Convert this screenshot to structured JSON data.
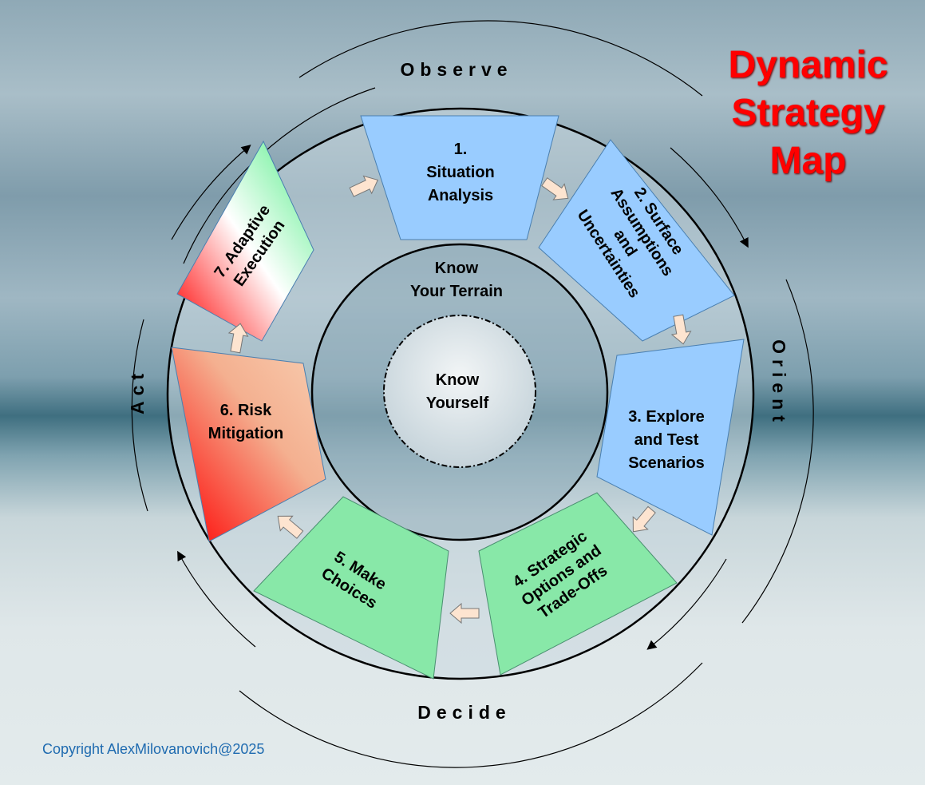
{
  "title": [
    "Dynamic",
    "Strategy",
    "Map"
  ],
  "phases": {
    "observe": "Observe",
    "orient": "Orient",
    "decide": "Decide",
    "act": "Act"
  },
  "steps": [
    {
      "lines": [
        "1.",
        "Situation",
        "Analysis"
      ],
      "color": "#99ccff"
    },
    {
      "lines": [
        "2. Surface",
        "Assumptions",
        "and",
        "Uncertainties"
      ],
      "color": "#99ccff"
    },
    {
      "lines": [
        "3. Explore",
        "and Test",
        "Scenarios"
      ],
      "color": "#99ccff"
    },
    {
      "lines": [
        "4. Strategic",
        "Options and",
        "Trade-Offs"
      ],
      "color": "#88e8a8"
    },
    {
      "lines": [
        "5. Make",
        "Choices"
      ],
      "color": "#88e8a8"
    },
    {
      "lines": [
        "6. Risk",
        "Mitigation"
      ],
      "color": "#f4a080"
    },
    {
      "lines": [
        "7. Adaptive",
        "Execution"
      ],
      "color": "#66ee99"
    }
  ],
  "center": {
    "terrain": [
      "Know",
      "Your Terrain"
    ],
    "self": [
      "Know",
      "Yourself"
    ]
  },
  "copyright": "Copyright AlexMilovanovich@2025"
}
